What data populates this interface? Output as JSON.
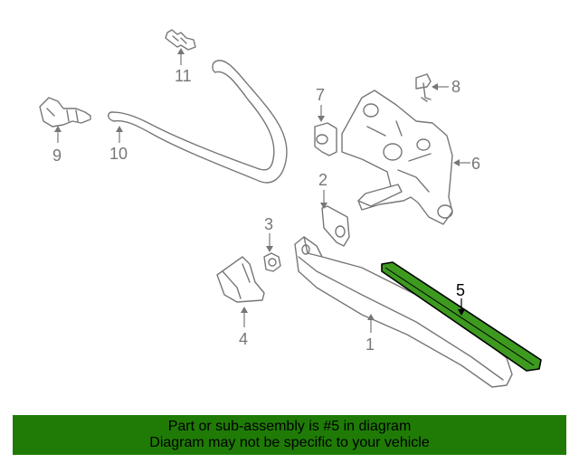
{
  "callouts": {
    "c1": "1",
    "c2": "2",
    "c3": "3",
    "c4": "4",
    "c5": "5",
    "c6": "6",
    "c7": "7",
    "c8": "8",
    "c9": "9",
    "c10": "10",
    "c11": "11"
  },
  "highlight_part": "5",
  "colors": {
    "highlight": "#1f7b06",
    "line": "#777777"
  },
  "banner": {
    "line1": "Part or sub-assembly is #5 in diagram",
    "line2": "Diagram may not be specific to your vehicle"
  }
}
